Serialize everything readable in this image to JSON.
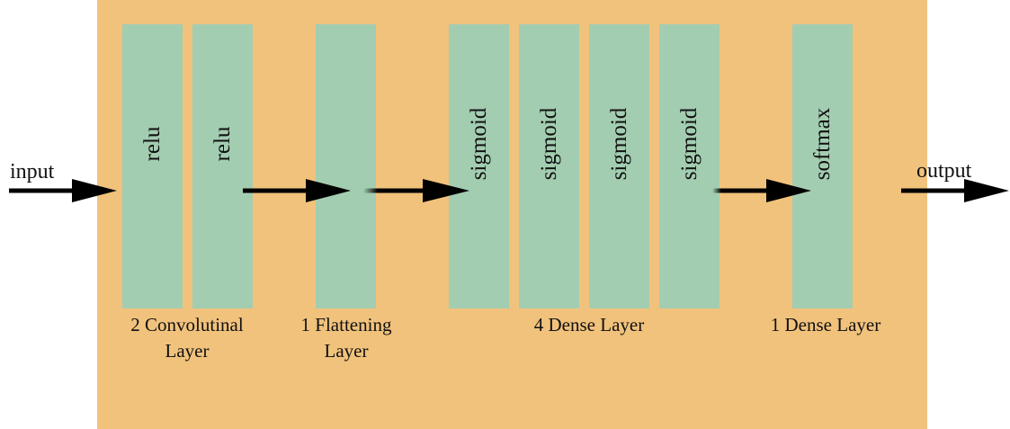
{
  "colors": {
    "panel_background": "#f1c27c",
    "layer_fill": "#a3cdb1",
    "arrow": "#000000",
    "text": "#111111"
  },
  "io": {
    "input_label": "input",
    "output_label": "output"
  },
  "layers": [
    {
      "activation": "relu"
    },
    {
      "activation": "relu"
    },
    {
      "activation": ""
    },
    {
      "activation": "sigmoid"
    },
    {
      "activation": "sigmoid"
    },
    {
      "activation": "sigmoid"
    },
    {
      "activation": "sigmoid"
    },
    {
      "activation": "softmax"
    }
  ],
  "groups": [
    {
      "caption": "2 Convolutinal\nLayer"
    },
    {
      "caption": "1 Flattening\nLayer"
    },
    {
      "caption": "4 Dense Layer"
    },
    {
      "caption": "1 Dense Layer"
    }
  ]
}
